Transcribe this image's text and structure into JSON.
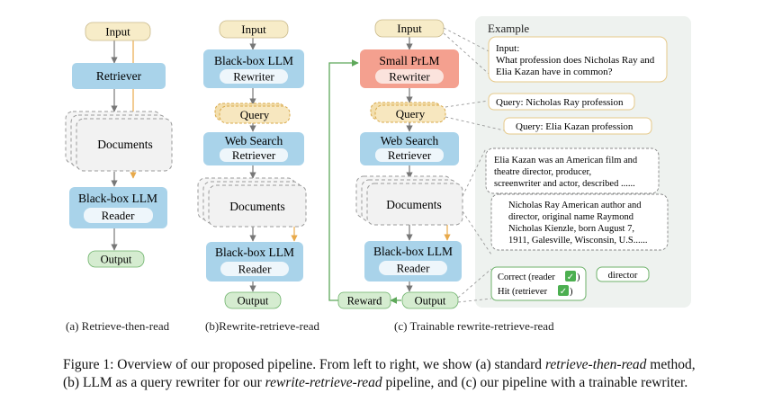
{
  "labels": {
    "input": "Input",
    "retriever": "Retriever",
    "documents": "Documents",
    "blackbox_llm": "Black-box LLM",
    "reader": "Reader",
    "output": "Output",
    "rewriter": "Rewriter",
    "query": "Query",
    "web_search": "Web Search",
    "small_prlm": "Small PrLM",
    "reward": "Reward"
  },
  "example": {
    "title": "Example",
    "input_line1": "Input:",
    "input_line2": "What profession does Nicholas Ray and",
    "input_line3": "Elia Kazan have in common?",
    "query1": "Query: Nicholas Ray profession",
    "query2": "Query: Elia Kazan profession",
    "doc1_line1": "Elia Kazan was an American film and",
    "doc1_line2": "theatre director, producer,",
    "doc1_line3": "screenwriter and actor, described  ......",
    "doc2_line1": "Nicholas Ray American author and",
    "doc2_line2": "director, original name Raymond",
    "doc2_line3": "Nicholas Kienzle, born August 7,",
    "doc2_line4": "1911, Galesville, Wisconsin, U.S......",
    "correct": "Correct (reader",
    "hit": "Hit (retriever",
    "answer": "director",
    "check": "✓"
  },
  "subcaptions": {
    "a": "(a) Retrieve-then-read",
    "b": "(b)Rewrite-retrieve-read",
    "c": "(c) Trainable rewrite-retrieve-read"
  },
  "caption": {
    "p1": "Figure 1:  Overview of our proposed pipeline. From left to right, we show (a) standard ",
    "i1": "retrieve-then-read",
    "p2": " method,",
    "p3": "(b) LLM as a query rewriter for our ",
    "i2": "rewrite-retrieve-read",
    "p4": " pipeline, and (c) our pipeline with a trainable rewriter."
  },
  "colors": {
    "input_fill": "#f7ecc8",
    "blue_fill": "#a9d3ea",
    "white_pill": "#eef6fb",
    "red_fill": "#f4a08f",
    "green_fill": "#d5ecd0",
    "green_stroke": "#6db26a",
    "gold": "#e8b860",
    "gray_doc": "#f2f2f2",
    "example_bg": "#eef2ef"
  }
}
